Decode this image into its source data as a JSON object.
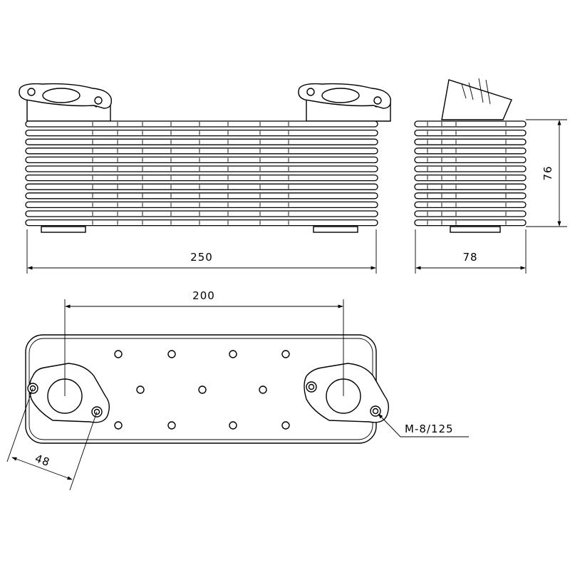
{
  "dimensions": {
    "length": "250",
    "spacing": "200",
    "depth": "78",
    "height": "76",
    "flange": "48",
    "thread": "M-8/125"
  }
}
